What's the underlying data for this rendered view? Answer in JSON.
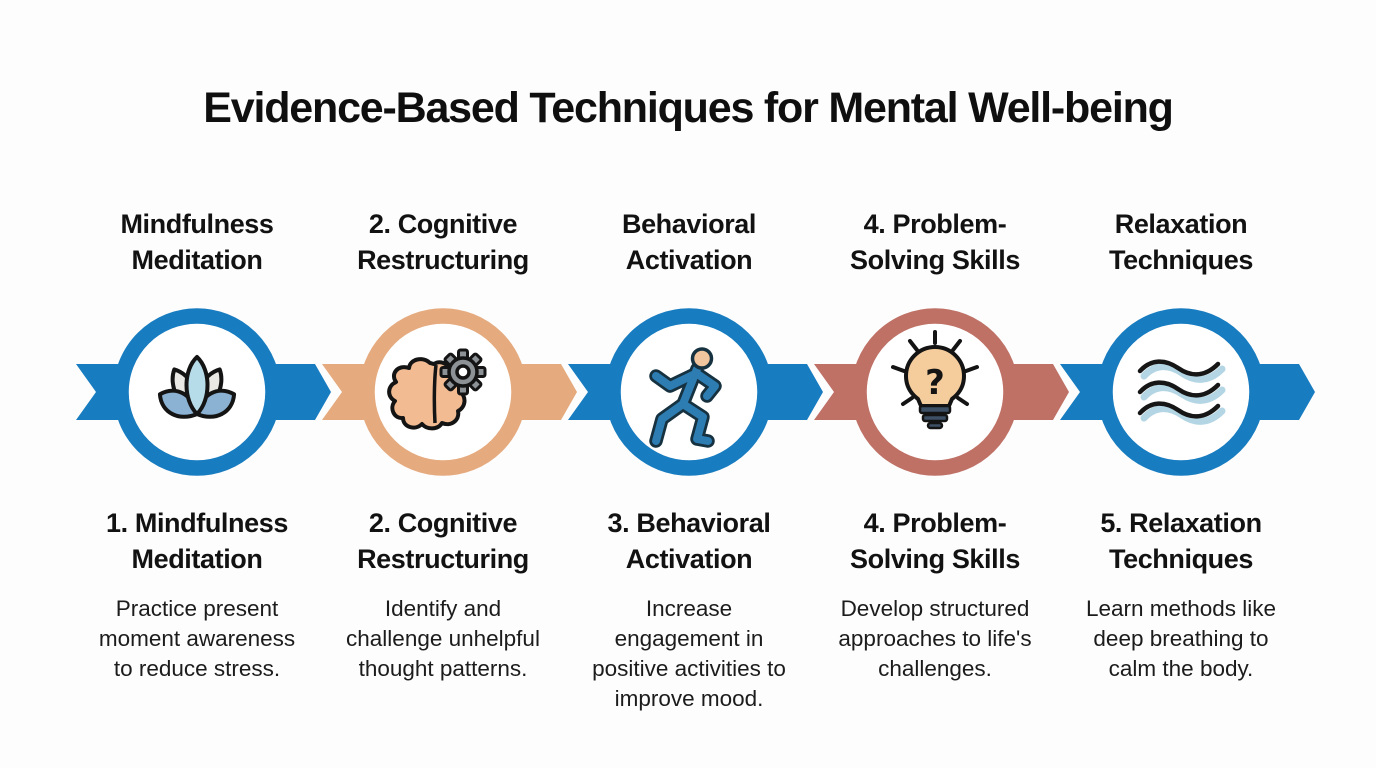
{
  "title": "Evidence-Based Techniques for Mental Well-being",
  "palette": {
    "blue": "#187cc0",
    "tan": "#e5aa7e",
    "terracotta": "#bf7166",
    "text": "#121212",
    "background": "#fdfdfd"
  },
  "steps": [
    {
      "top_label": "Mindfulness Meditation",
      "heading": "1. Mindfulness Meditation",
      "description": "Practice present moment awareness to reduce stress.",
      "icon": "lotus-icon",
      "color": "#187cc0"
    },
    {
      "top_label": "2. Cognitive Restructuring",
      "heading": "2. Cognitive Restructuring",
      "description": "Identify and challenge unhelpful thought patterns.",
      "icon": "brain-gear-icon",
      "color": "#e5aa7e"
    },
    {
      "top_label": "Behavioral Activation",
      "heading": "3. Behavioral Activation",
      "description": "Increase engagement in positive activities to improve mood.",
      "icon": "running-person-icon",
      "color": "#187cc0"
    },
    {
      "top_label": "4. Problem-Solving Skills",
      "heading": "4. Problem-Solving Skills",
      "description": "Develop structured approaches to life's challenges.",
      "icon": "question-lightbulb-icon",
      "color": "#bf7166"
    },
    {
      "top_label": "Relaxation Techniques",
      "heading": "5. Relaxation Techniques",
      "description": "Learn methods like deep breathing to calm the body.",
      "icon": "waves-icon",
      "color": "#187cc0"
    }
  ]
}
